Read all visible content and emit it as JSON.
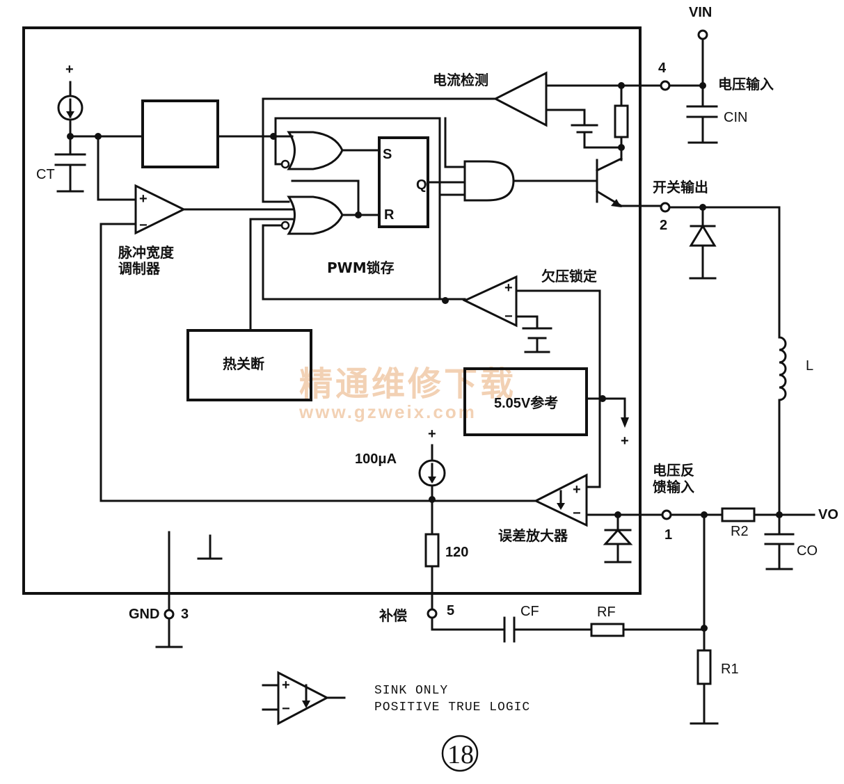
{
  "labels": {
    "vin": "VIN",
    "pin4": "4",
    "voltage_input": "电压输入",
    "cin": "CIN",
    "current_sense": "电流检测",
    "switch_output": "开关输出",
    "pin2": "2",
    "ct": "CT",
    "plus_ct": "+",
    "pwm_modulator_line1": "脉冲宽度",
    "pwm_modulator_line2": "调制器",
    "pwm_latch": "PWM锁存",
    "undervoltage_lockout": "欠压锁定",
    "thermal_shutdown": "热关断",
    "reference": "5.05V参考",
    "bias_current": "100μA",
    "plus_bias": "+",
    "plus_ref": "+",
    "feedback_line1": "电压反",
    "feedback_line2": "馈输入",
    "pin1": "1",
    "error_amp": "误差放大器",
    "r120": "120",
    "l": "L",
    "r2": "R2",
    "vo": "VO",
    "co": "CO",
    "gnd": "GND",
    "pin3": "3",
    "compensation": "补偿",
    "pin5": "5",
    "cf": "CF",
    "rf": "RF",
    "r1": "R1",
    "latch_s": "S",
    "latch_q": "Q",
    "latch_r": "R",
    "legend_line1": "SINK ONLY",
    "legend_line2": "POSITIVE TRUE LOGIC",
    "figure_number": "18"
  },
  "watermark": {
    "title": "精通维修下载",
    "url": "www.gzweix.com"
  }
}
